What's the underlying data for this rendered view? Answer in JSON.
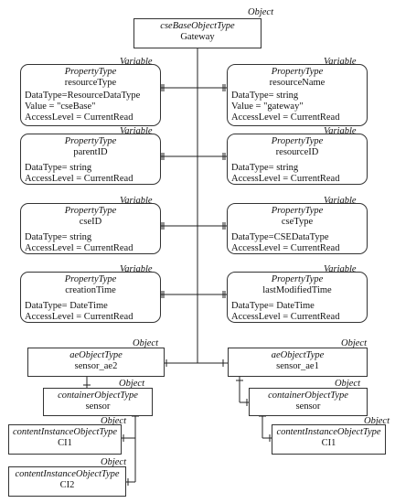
{
  "root": {
    "kind": "Object",
    "type": "cseBaseObjectType",
    "name": "Gateway"
  },
  "properties": [
    {
      "kind": "Variable",
      "type": "PropertyType",
      "name": "resourceType",
      "lines": [
        "DataType=ResourceDataType",
        "Value = \"cseBase\"",
        "AccessLevel = CurrentRead"
      ]
    },
    {
      "kind": "Variable",
      "type": "PropertyType",
      "name": "resourceName",
      "lines": [
        "DataType= string",
        "Value = \"gateway\"",
        "AccessLevel = CurrentRead"
      ]
    },
    {
      "kind": "Variable",
      "type": "PropertyType",
      "name": "parentID",
      "lines": [
        "DataType= string",
        "AccessLevel = CurrentRead"
      ]
    },
    {
      "kind": "Variable",
      "type": "PropertyType",
      "name": "resourceID",
      "lines": [
        "DataType= string",
        "AccessLevel = CurrentRead"
      ]
    },
    {
      "kind": "Variable",
      "type": "PropertyType",
      "name": "cseID",
      "lines": [
        "DataType= string",
        "AccessLevel = CurrentRead"
      ]
    },
    {
      "kind": "Variable",
      "type": "PropertyType",
      "name": "cseType",
      "lines": [
        "DataType=CSEDataType",
        "AccessLevel = CurrentRead"
      ]
    },
    {
      "kind": "Variable",
      "type": "PropertyType",
      "name": "creationTime",
      "lines": [
        "DataType= DateTime",
        "AccessLevel = CurrentRead"
      ]
    },
    {
      "kind": "Variable",
      "type": "PropertyType",
      "name": "lastModifiedTime",
      "lines": [
        "DataType= DateTime",
        "AccessLevel = CurrentRead"
      ]
    }
  ],
  "ae_left": {
    "kind": "Object",
    "type": "aeObjectType",
    "name": "sensor_ae2"
  },
  "ae_right": {
    "kind": "Object",
    "type": "aeObjectType",
    "name": "sensor_ae1"
  },
  "container_left": {
    "kind": "Object",
    "type": "containerObjectType",
    "name": "sensor"
  },
  "container_right": {
    "kind": "Object",
    "type": "containerObjectType",
    "name": "sensor"
  },
  "ci_left_1": {
    "kind": "Object",
    "type": "contentInstanceObjectType",
    "name": "CI1"
  },
  "ci_left_2": {
    "kind": "Object",
    "type": "contentInstanceObjectType",
    "name": "CI2"
  },
  "ci_right_1": {
    "kind": "Object",
    "type": "contentInstanceObjectType",
    "name": "CI1"
  }
}
